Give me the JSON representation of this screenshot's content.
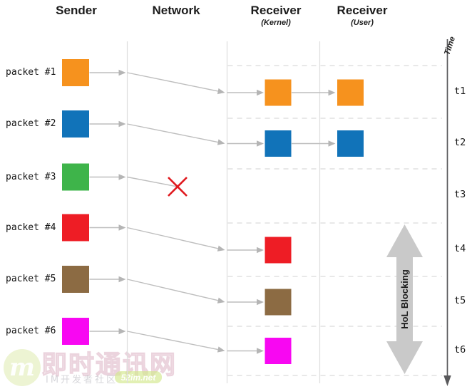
{
  "columns": {
    "sender": "Sender",
    "network": "Network",
    "receiver_kernel": {
      "title": "Receiver",
      "subtitle": "(Kernel)"
    },
    "receiver_user": {
      "title": "Receiver",
      "subtitle": "(User)"
    }
  },
  "time_axis": {
    "label": "Time",
    "ticks": [
      "t1",
      "t2",
      "t3",
      "t4",
      "t5",
      "t6"
    ]
  },
  "packets": [
    {
      "label": "packet #1",
      "color": "#F6921E",
      "time_slot": "t1",
      "status": "delivered_to_user"
    },
    {
      "label": "packet #2",
      "color": "#1173B9",
      "time_slot": "t2",
      "status": "delivered_to_user"
    },
    {
      "label": "packet #3",
      "color": "#3EB44A",
      "time_slot": "t3",
      "status": "lost_in_network"
    },
    {
      "label": "packet #4",
      "color": "#EE1D25",
      "time_slot": "t4",
      "status": "blocked_in_kernel"
    },
    {
      "label": "packet #5",
      "color": "#8C6B43",
      "time_slot": "t5",
      "status": "blocked_in_kernel"
    },
    {
      "label": "packet #6",
      "color": "#F807F2",
      "time_slot": "t6",
      "status": "blocked_in_kernel"
    }
  ],
  "annotations": {
    "hol_blocking_label": "HoL Blocking"
  },
  "watermark": {
    "logo_letter": "m",
    "site_name": "即时通讯网",
    "community": "IM开发者社区",
    "domain": "52im.net"
  },
  "palette": {
    "arrow": "#BEBEBE",
    "arrow_head": "#B5B5B5",
    "column_line": "#DDDDDD",
    "dash_line": "#D9D9D9",
    "hol_arrow": "#C9C9C9",
    "hol_text": "#1a1a1a",
    "time_axis": "#59595B",
    "loss_x": "#E0191E"
  }
}
